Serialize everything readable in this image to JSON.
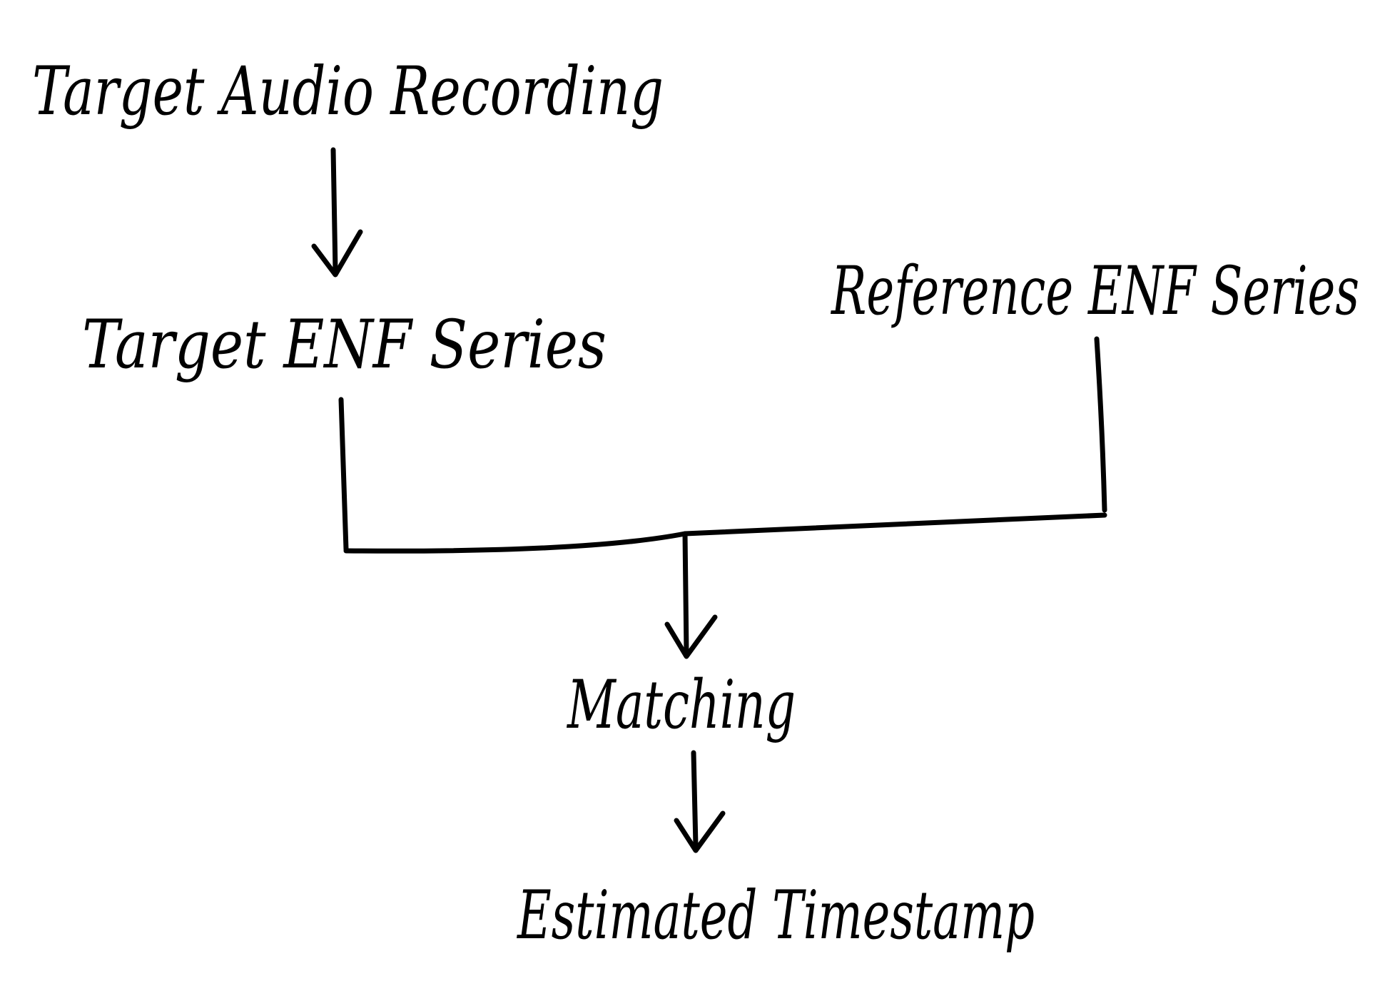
{
  "diagram": {
    "type": "flowchart",
    "stroke_color": "#000000",
    "background": "#ffffff",
    "nodes": {
      "target_audio": {
        "label": "Target Audio Recording"
      },
      "target_enf": {
        "label": "Target ENF Series"
      },
      "reference_enf": {
        "label": "Reference ENF Series"
      },
      "matching": {
        "label": "Matching"
      },
      "timestamp": {
        "label": "Estimated Timestamp"
      }
    },
    "edges": [
      {
        "from": "Target Audio Recording",
        "to": "Target ENF Series"
      },
      {
        "from": "Target ENF Series",
        "to": "Matching"
      },
      {
        "from": "Reference ENF Series",
        "to": "Matching"
      },
      {
        "from": "Matching",
        "to": "Estimated Timestamp"
      }
    ]
  }
}
